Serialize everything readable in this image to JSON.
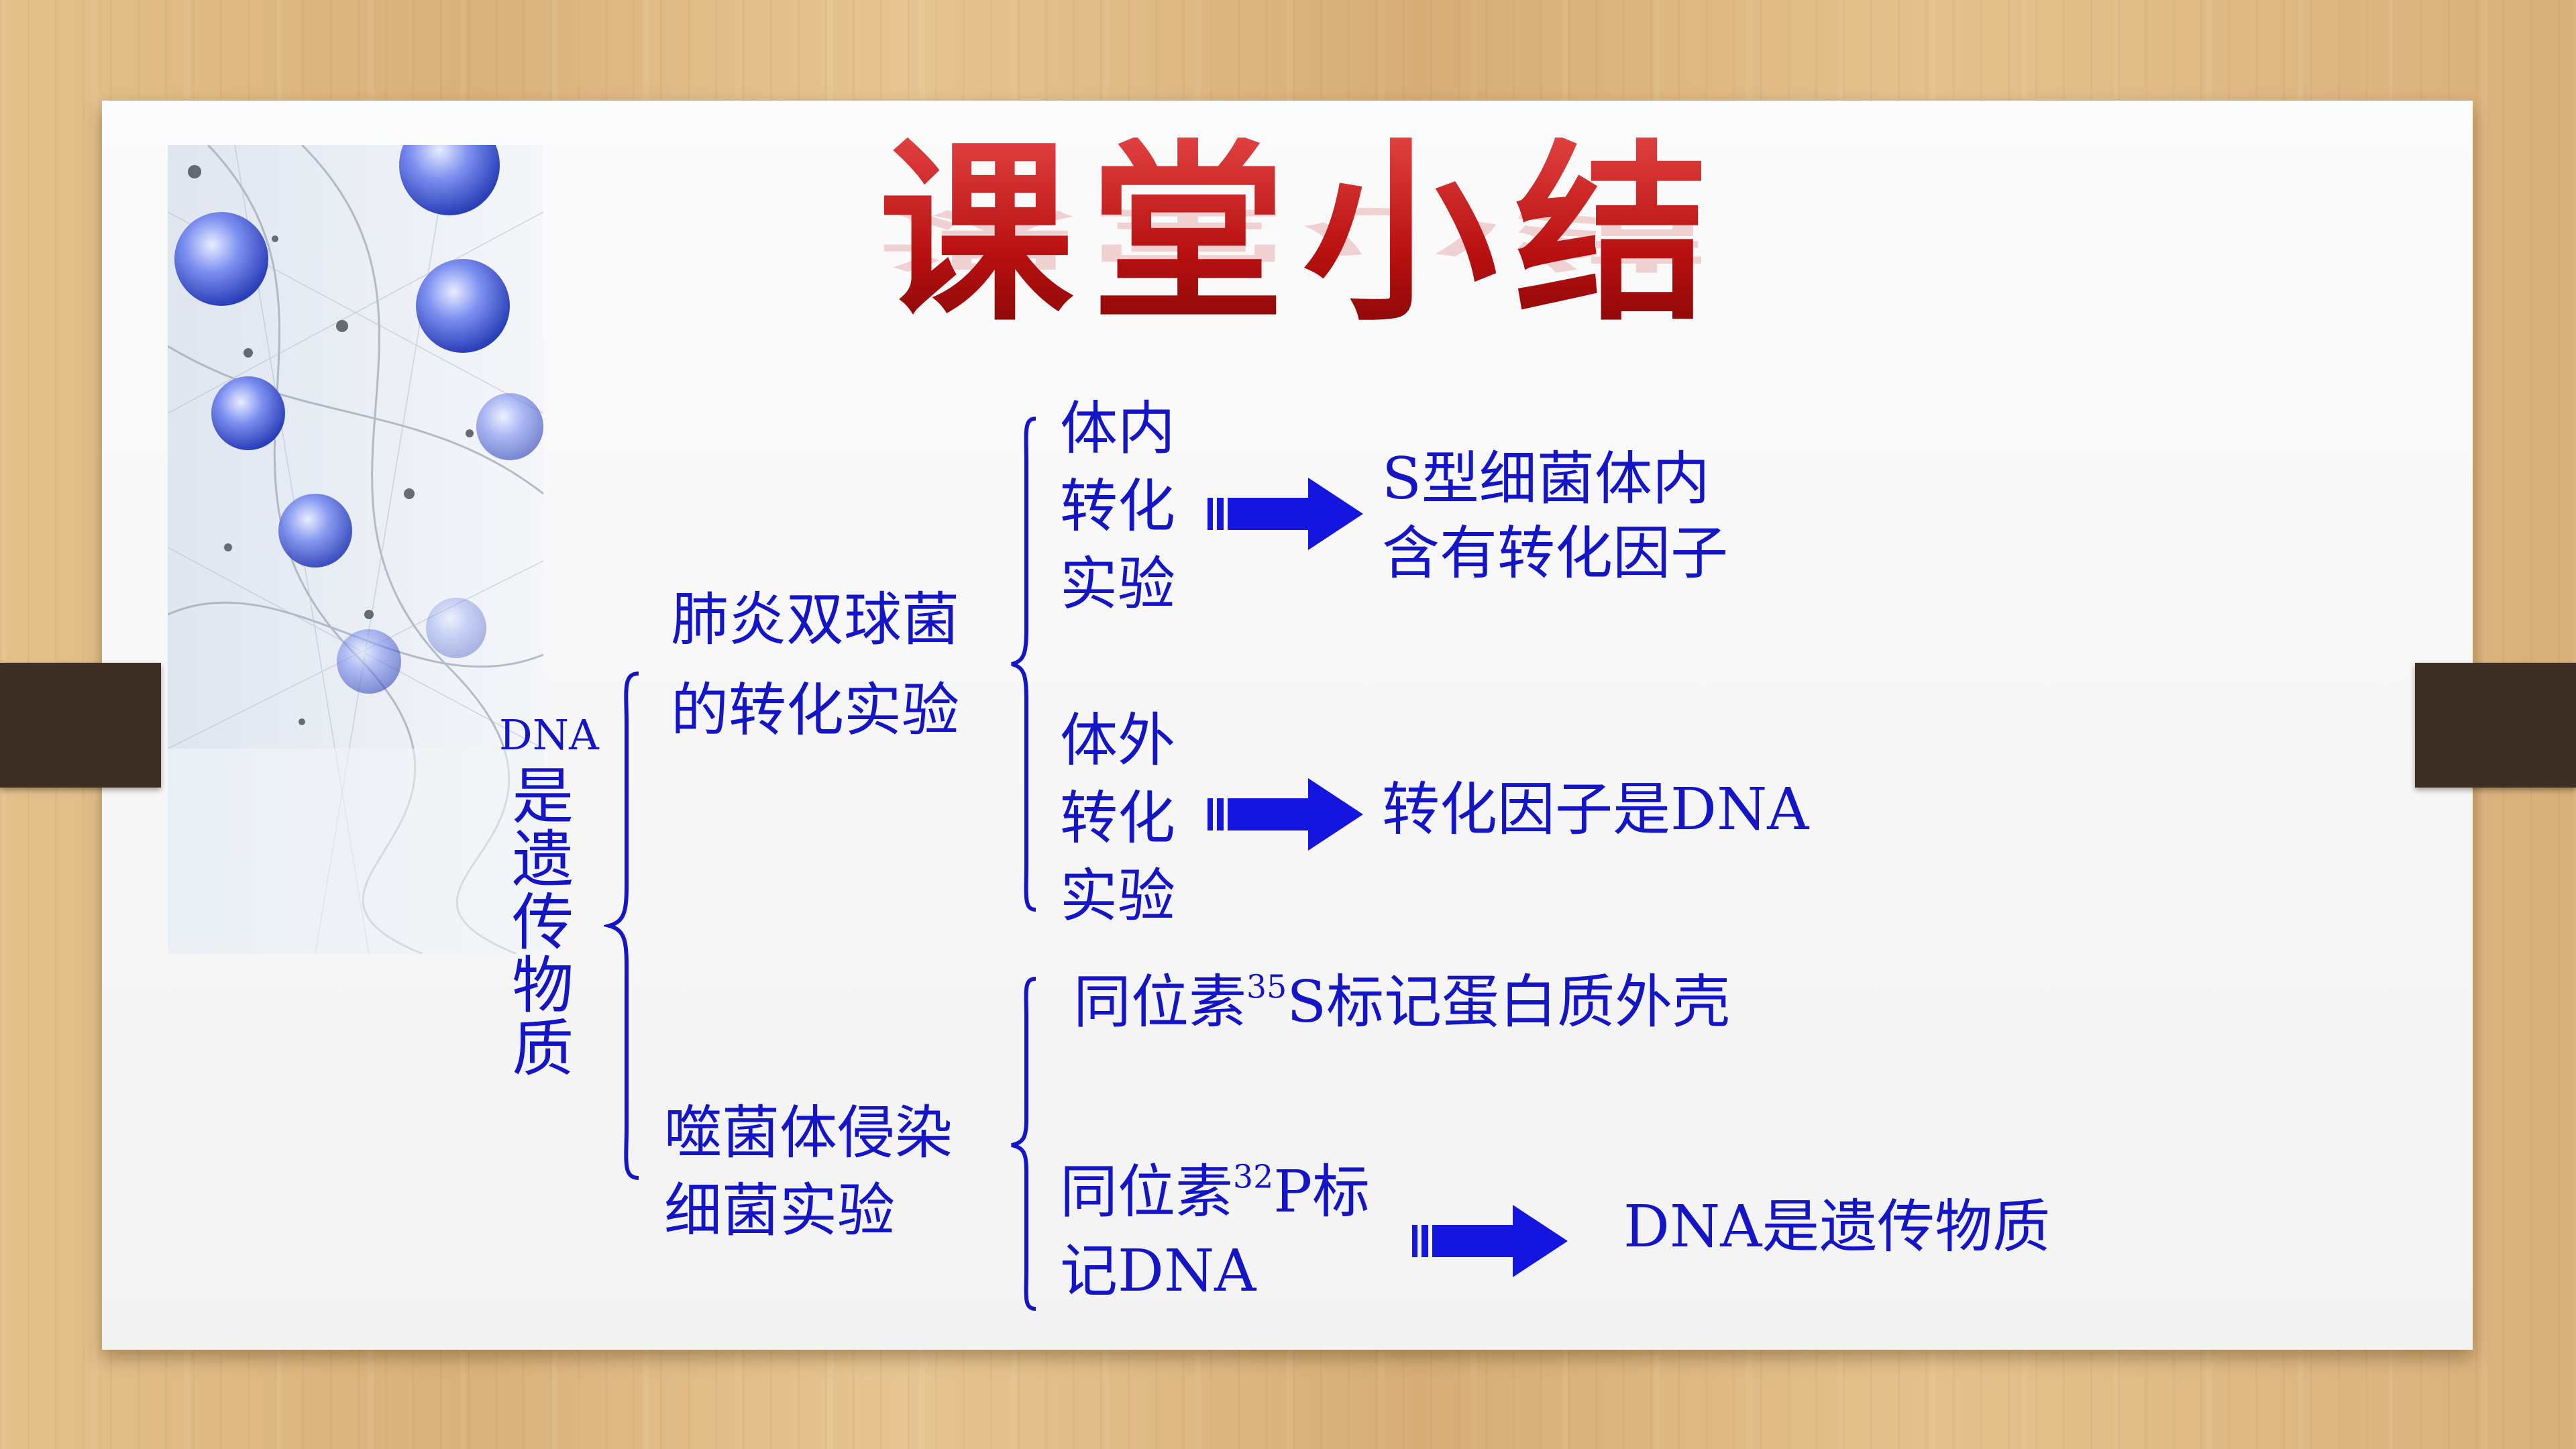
{
  "title": "课堂小结",
  "root": {
    "line1": "DNA",
    "line2": "是遗传物质"
  },
  "branch_pneumo": {
    "label_line1": "肺炎双球菌",
    "label_line2": "的转化实验",
    "in_vivo": {
      "l1": "体内",
      "l2": "转化",
      "l3": "实验",
      "result_line1": "S型细菌体内",
      "result_line2": "含有转化因子"
    },
    "in_vitro": {
      "l1": "体外",
      "l2": "转化",
      "l3": "实验",
      "result": "转化因子是DNA"
    }
  },
  "branch_phage": {
    "label_line1": "噬菌体侵染",
    "label_line2": "细菌实验",
    "s35": {
      "prefix": "同位素",
      "sup": "35",
      "suffix": "S标记蛋白质外壳"
    },
    "p32": {
      "prefix": "同位素",
      "sup": "32",
      "suffix": "P标",
      "line2": "记DNA",
      "result": "DNA是遗传物质"
    }
  },
  "colors": {
    "text": "#1515c8",
    "arrow": "#1515e0",
    "title": "#c01818",
    "clip": "#3e2f25"
  }
}
